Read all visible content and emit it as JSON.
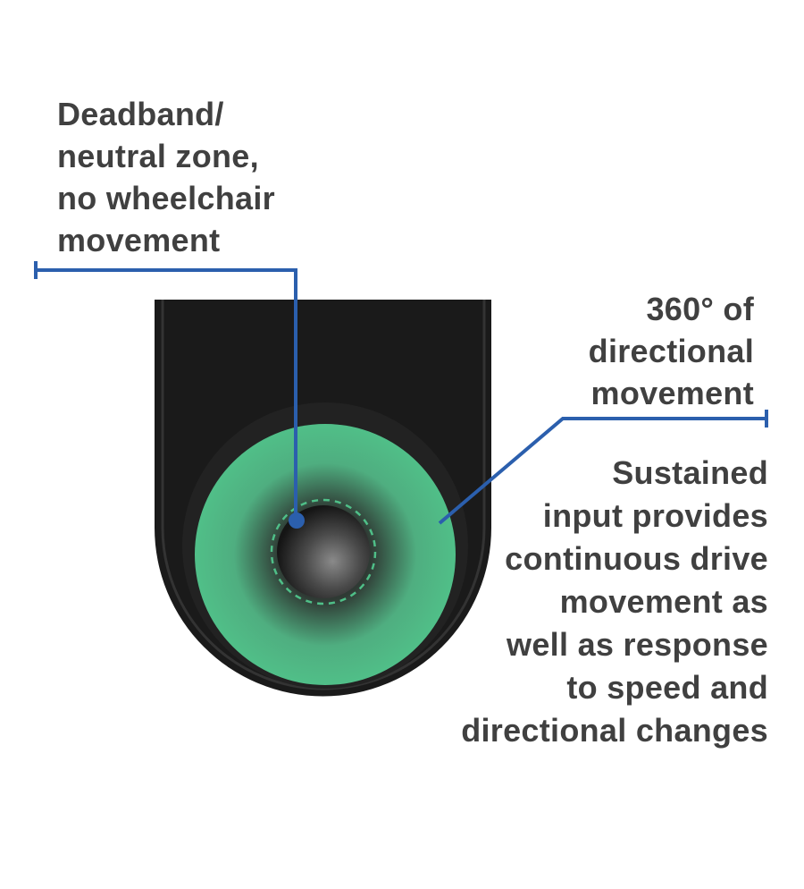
{
  "callouts": {
    "deadband": {
      "lines": [
        "Deadband/",
        "neutral zone,",
        "no wheelchair",
        "movement"
      ]
    },
    "directional": {
      "lines": [
        "360° of",
        "directional",
        "movement"
      ]
    },
    "sustained": {
      "lines": [
        "Sustained",
        "input provides",
        "continuous drive",
        "movement as",
        "well as response",
        "to speed and",
        "directional changes"
      ]
    }
  },
  "colors": {
    "leader_line": "#2b5fad",
    "zone_green": "#4fbf88",
    "device": "#1c1c1c",
    "text": "#404040"
  }
}
